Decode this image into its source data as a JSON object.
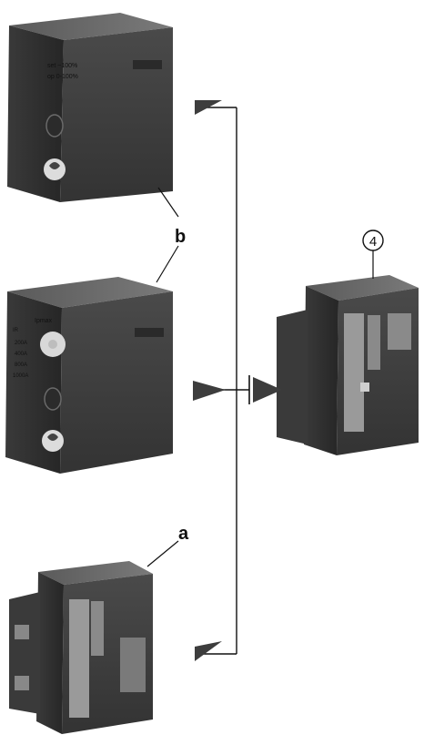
{
  "callouts": {
    "b": "b",
    "a": "a",
    "circled_number": "4"
  },
  "module_top": {
    "faceplate_lines": [
      "set ~100%",
      "op 0-100%"
    ]
  },
  "module_middle": {
    "scale_title": "Ipmax",
    "scale_labels": [
      "IR",
      "200A",
      "400A",
      "800A",
      "1000A"
    ]
  },
  "colors": {
    "housing": "#474747",
    "housing_dark": "#2e2e2e",
    "housing_top": "#6e6e6e",
    "line": "#111111",
    "arrow": "#3d3d3d"
  }
}
